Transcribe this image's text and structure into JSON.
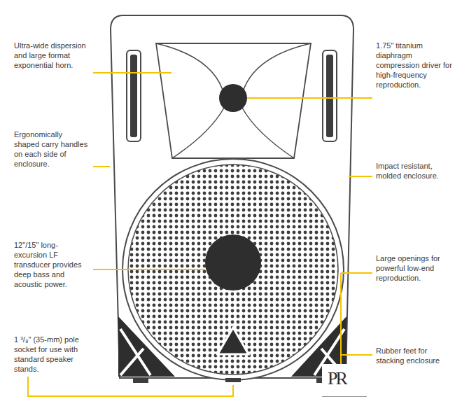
{
  "diagram": {
    "labels": [
      "Ultra-wide dispersion and large format exponential horn.",
      "Ergonomically shaped carry handles on each side of enclosure.",
      "12\"/15\" long-excursion LF transducer provides deep bass and acoustic power.",
      "1 ³/₈\" (35-mm) pole socket for use with standard speaker stands.",
      "1.75\" titanium diaphragm compression driver for high-frequency reproduction.",
      "Impact resistant, molded enclosure.",
      "Large openings for powerful low-end reproduction.",
      "Rubber feet for stacking enclosure",
      "PR"
    ]
  }
}
